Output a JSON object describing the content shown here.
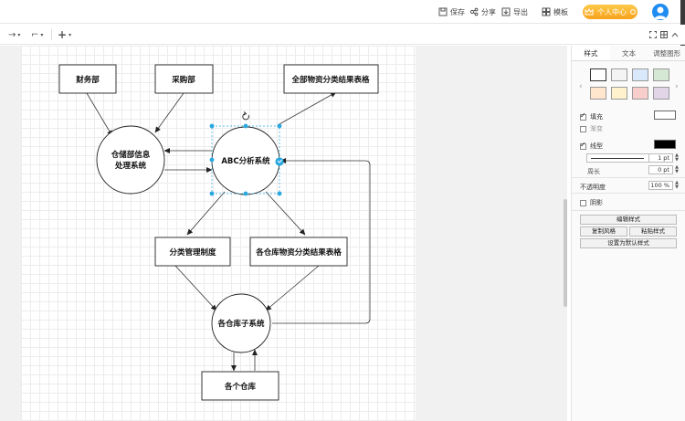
{
  "topbar": {
    "save": "保存",
    "share": "分享",
    "export": "导出",
    "template": "模板",
    "personal_center": "个人中心"
  },
  "toolbar": {
    "arrow_style": "→",
    "connector_style": "⌐",
    "insert": "+"
  },
  "diagram": {
    "nodes": {
      "finance": "财务部",
      "purchase": "采购部",
      "all_results": "全部物资分类结果表格",
      "storage_info_1": "仓储部信息",
      "storage_info_2": "处理系统",
      "abc": "ABC分析系统",
      "classify": "分类管理制度",
      "each_results": "各仓库物资分类结果表格",
      "sub_system": "各仓库子系统",
      "warehouses": "各个仓库"
    }
  },
  "panel": {
    "tabs": [
      "样式",
      "文本",
      "调整图形"
    ],
    "swatch_colors": [
      "#ffffff",
      "#f4f4f4",
      "#dae8fc",
      "#d5e8d4",
      "#ffe6cc",
      "#fff2cc",
      "#f8cecc",
      "#e1d5e7"
    ],
    "fill_label": "填充",
    "gradient_label": "渐变",
    "line_label": "线型",
    "line_width": "1 pt",
    "perimeter_label": "周长",
    "perimeter_value": "0 pt",
    "opacity_label": "不透明度",
    "opacity_value": "100 %",
    "shadow_label": "阴影",
    "edit_style": "编辑样式",
    "copy_style": "复制风格",
    "paste_style": "粘贴样式",
    "set_default": "设置为默认样式"
  }
}
